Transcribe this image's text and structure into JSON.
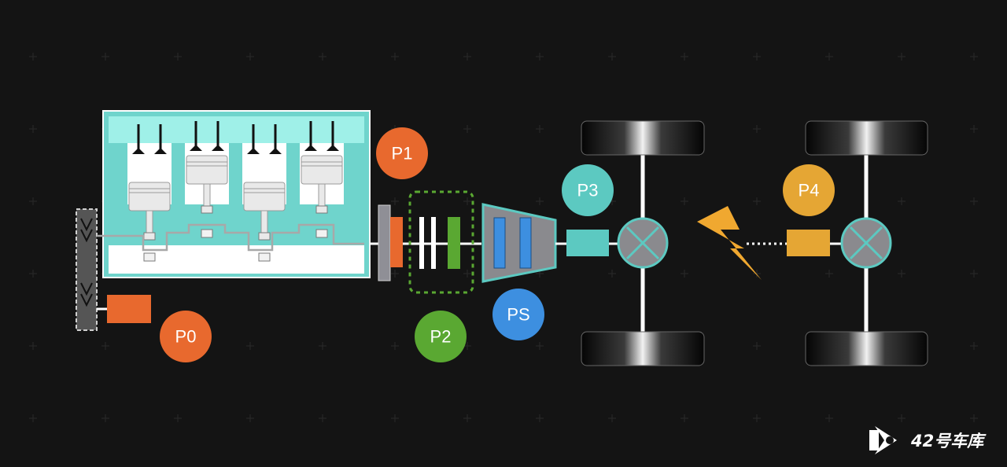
{
  "labels": {
    "p0": "P0",
    "p1": "P1",
    "p2": "P2",
    "ps": "PS",
    "p3": "P3",
    "p4": "P4"
  },
  "brand": {
    "text": "42号车库",
    "icon": "garage-logo-icon"
  },
  "colors": {
    "background": "#141414",
    "engine": "#6fd4cc",
    "p0": "#e8692e",
    "p1": "#e8692e",
    "p2": "#5aa832",
    "ps": "#3d8fe0",
    "p3": "#5cc9c1",
    "p4": "#e5a634",
    "lightning": "#f0a830"
  }
}
